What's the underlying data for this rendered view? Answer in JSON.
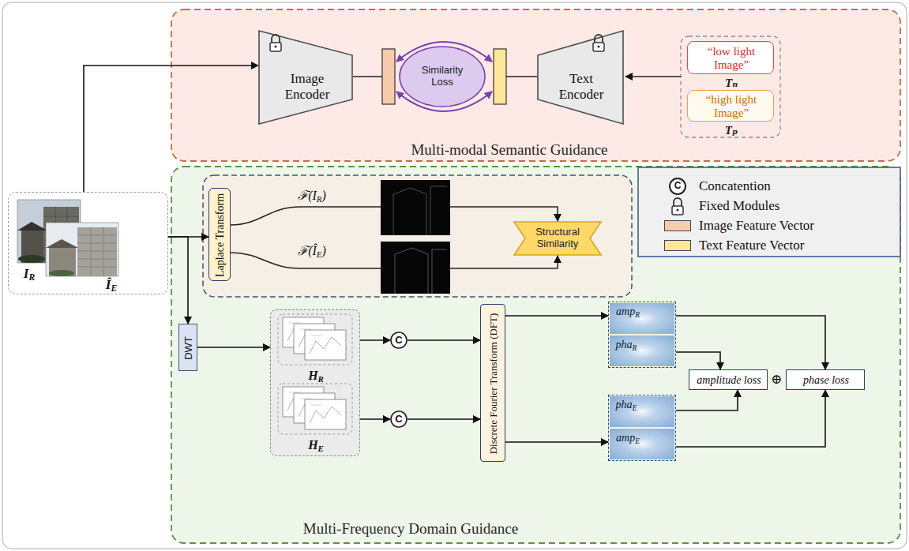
{
  "diagram": {
    "nodes": [
      {
        "text": [
          "Multi-modal Semantic Guidance"
        ]
      },
      {
        "text": [
          "Image Encoder"
        ],
        "in": 0
      },
      {
        "text": [
          "Similarity Loss"
        ],
        "in": 0
      },
      {
        "text": [
          "Text Encoder"
        ],
        "in": 0
      },
      {
        "text": [
          "“low light Image”",
          "Tₙ"
        ],
        "in": 0
      },
      {
        "text": [
          "“high light Image”",
          "Tₚ"
        ],
        "in": 0
      },
      {
        "text": [
          "IR",
          "ÎE"
        ]
      },
      {
        "text": [
          "Multi-Frequency Domain Guidance"
        ]
      },
      {
        "text": [
          "Laplace Transform"
        ],
        "in": 7
      },
      {
        "text": [
          "Structural Similarity"
        ],
        "in": 7
      },
      {
        "text": [
          "DWT"
        ],
        "in": 7
      },
      {
        "text": [
          "HR",
          "HE"
        ],
        "in": 7
      },
      {
        "text": [
          "C"
        ],
        "in": 7
      },
      {
        "text": [
          "C"
        ],
        "in": 7
      },
      {
        "text": [
          "Discrete Fourier Transform (DFT)"
        ],
        "in": 7
      },
      {
        "text": [
          "ampR",
          "phaR"
        ],
        "in": 7
      },
      {
        "text": [
          "phaE",
          "ampE"
        ],
        "in": 7
      },
      {
        "text": [
          "amplitude loss"
        ],
        "in": 7
      },
      {
        "text": [
          "phase loss"
        ],
        "in": 7
      }
    ],
    "edges": [
      {
        "from": 6,
        "to": 1,
        "arrow": "to"
      },
      {
        "from": 6,
        "to": 8,
        "arrow": "to"
      },
      {
        "from": 6,
        "to": 10,
        "arrow": "to"
      },
      {
        "from": 10,
        "to": 11,
        "arrow": "to"
      },
      {
        "from": 11,
        "to": 12,
        "arrow": "to"
      },
      {
        "from": 11,
        "to": 13,
        "arrow": "to"
      },
      {
        "from": 12,
        "to": 14,
        "arrow": "to"
      },
      {
        "from": 13,
        "to": 14,
        "arrow": "to"
      },
      {
        "from": 14,
        "to": 15,
        "arrow": "to"
      },
      {
        "from": 14,
        "to": 16,
        "arrow": "to"
      },
      {
        "from": 15,
        "to": 17,
        "arrow": "to"
      },
      {
        "from": 15,
        "to": 18,
        "arrow": "to"
      },
      {
        "from": 16,
        "to": 17,
        "arrow": "to"
      },
      {
        "from": 16,
        "to": 18,
        "arrow": "to"
      }
    ],
    "labels": [
      "ℱ(IR)",
      "ℱ(ÎE)",
      "⊕",
      "C"
    ],
    "legend": [
      {
        "text": "Concatention"
      },
      {
        "text": "Fixed Modules"
      },
      {
        "text": "Image Feature Vector",
        "color": "#f8cbad"
      },
      {
        "text": "Text Feature Vector",
        "color": "#ffe699"
      }
    ]
  }
}
